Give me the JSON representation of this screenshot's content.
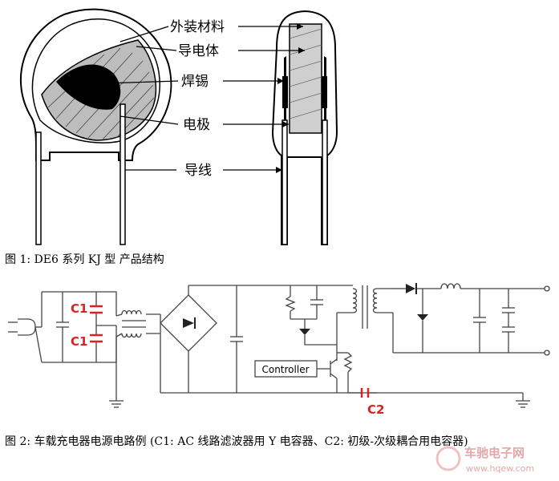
{
  "figure1": {
    "labels": {
      "outer_material": "外装材料",
      "conductor": "导电体",
      "solder": "焊锡",
      "electrode": "电极",
      "lead": "导线"
    },
    "caption": "图 1: DE6 系列 KJ 型  产品结构"
  },
  "figure2": {
    "labels": {
      "c1_top": "C1",
      "c1_bottom": "C1",
      "controller": "Controller",
      "c2": "C2"
    },
    "caption": "图 2: 车载充电器电源电路例 (C1: AC 线路滤波器用 Y 电容器、C2: 初级-次级耦合用电容器)",
    "accent_color": "#e02020"
  },
  "watermark": {
    "name": "车驰电子网",
    "url": "www.hqew.com"
  }
}
